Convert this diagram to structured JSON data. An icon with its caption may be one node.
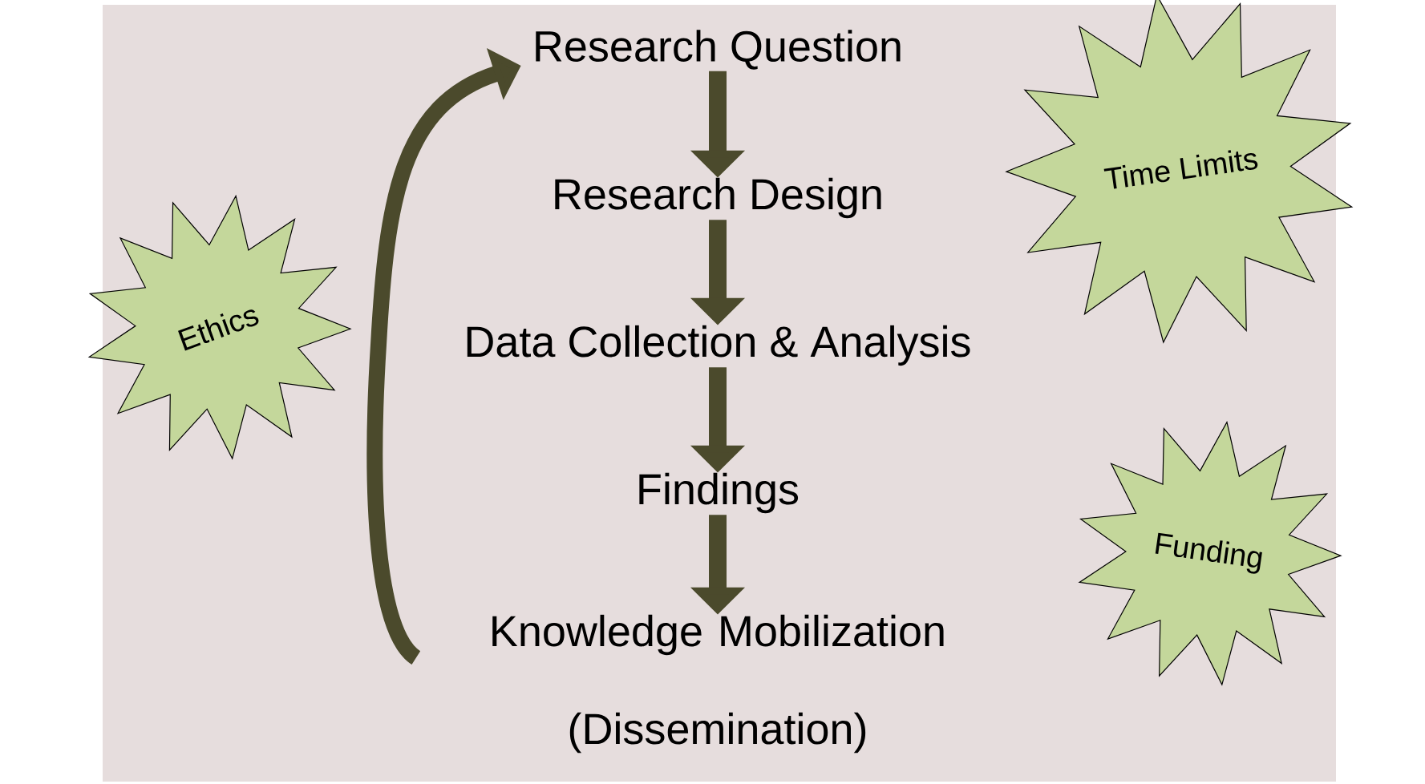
{
  "diagram": {
    "nodes": [
      {
        "text": [
          "Research Question"
        ]
      },
      {
        "text": [
          "Research Design"
        ]
      },
      {
        "text": [
          "Data Collection & Analysis"
        ]
      },
      {
        "text": [
          "Findings"
        ]
      },
      {
        "text": [
          "Knowledge Mobilization (Dissemination)"
        ]
      },
      {
        "text": [
          "Ethics"
        ]
      },
      {
        "text": [
          "Time Limits"
        ]
      },
      {
        "text": [
          "Funding"
        ]
      }
    ],
    "edges": [
      {
        "from": 0,
        "to": 1,
        "arrow": "to"
      },
      {
        "from": 1,
        "to": 2,
        "arrow": "to"
      },
      {
        "from": 2,
        "to": 3,
        "arrow": "to"
      },
      {
        "from": 3,
        "to": 4,
        "arrow": "to"
      },
      {
        "from": 4,
        "to": 0,
        "arrow": "to"
      }
    ]
  }
}
